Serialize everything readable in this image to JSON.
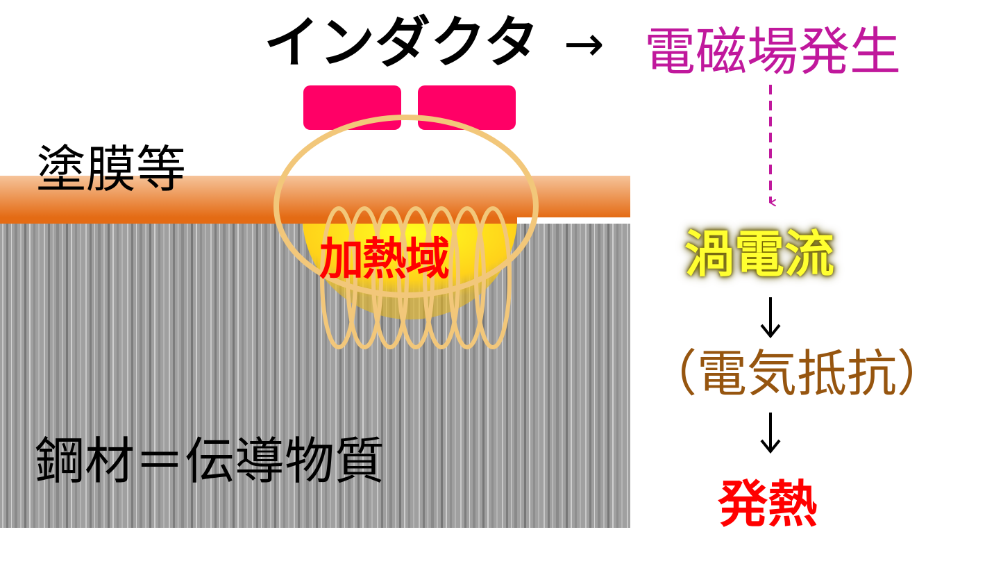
{
  "labels": {
    "inductor": "インダクタ",
    "arrow": "→",
    "electromagnetic_field": "電磁場発生",
    "coating": "塗膜等",
    "steel": "鋼材＝伝導物質",
    "heating_region": "加熱域",
    "eddy_current": "渦電流",
    "resistance": "（電気抵抗）",
    "heat_generation": "発熱"
  },
  "colors": {
    "inductor": "#ff0066",
    "coil": "#f2c77a",
    "coating_light": "#f6c49a",
    "coating_dark": "#e46b14",
    "steel": "#9a9a9a",
    "emf_text": "#c0189c",
    "resist_text": "#96550f",
    "heat_text": "#ff0000"
  }
}
